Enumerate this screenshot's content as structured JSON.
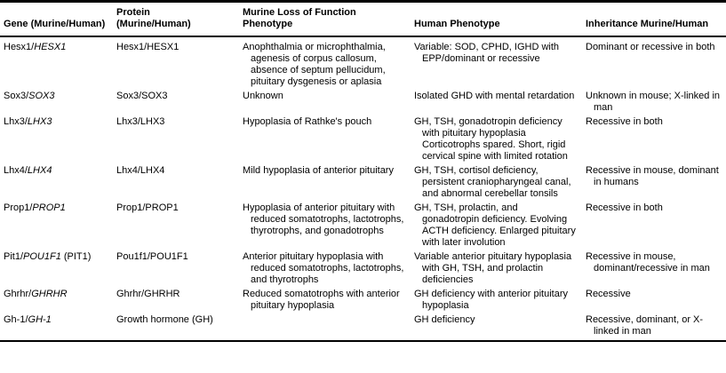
{
  "colors": {
    "text": "#000000",
    "border": "#000000",
    "background": "#ffffff"
  },
  "table": {
    "header": {
      "cols": [
        {
          "lines": [
            "Gene (Murine/Human)"
          ]
        },
        {
          "lines": [
            "Protein",
            "(Murine/Human)"
          ]
        },
        {
          "lines": [
            "Murine Loss of Function",
            "Phenotype"
          ]
        },
        {
          "lines": [
            "Human Phenotype"
          ]
        },
        {
          "lines": [
            "Inheritance Murine/Human"
          ]
        }
      ]
    },
    "rows": [
      {
        "gene_plain": "Hesx1/",
        "gene_italic": "HESX1",
        "gene_suffix": "",
        "protein": "Hesx1/HESX1",
        "murine": "Anophthalmia or microphthalmia, agenesis of corpus callosum, absence of septum pellucidum, pituitary dysgenesis or aplasia",
        "human": "Variable: SOD, CPHD, IGHD with EPP/dominant or recessive",
        "inheritance": "Dominant or recessive in both"
      },
      {
        "gene_plain": "Sox3/",
        "gene_italic": "SOX3",
        "gene_suffix": "",
        "protein": "Sox3/SOX3",
        "murine": "Unknown",
        "human": "Isolated GHD with mental retardation",
        "inheritance": "Unknown in mouse; X-linked in man"
      },
      {
        "gene_plain": "Lhx3/",
        "gene_italic": "LHX3",
        "gene_suffix": "",
        "protein": "Lhx3/LHX3",
        "murine": "Hypoplasia of Rathke's pouch",
        "human": "GH, TSH, gonadotropin deficiency with pituitary hypoplasia Corticotrophs spared. Short, rigid cervical spine with limited rotation",
        "inheritance": "Recessive in both"
      },
      {
        "gene_plain": "Lhx4/",
        "gene_italic": "LHX4",
        "gene_suffix": "",
        "protein": "Lhx4/LHX4",
        "murine": "Mild hypoplasia of anterior pituitary",
        "human": "GH, TSH, cortisol deficiency, persistent craniopharyngeal canal, and abnormal cerebellar tonsils",
        "inheritance": "Recessive in mouse, dominant in humans"
      },
      {
        "gene_plain": "Prop1/",
        "gene_italic": "PROP1",
        "gene_suffix": "",
        "protein": "Prop1/PROP1",
        "murine": "Hypoplasia of anterior pituitary with reduced somatotrophs, lactotrophs, thyrotrophs, and gonadotrophs",
        "human": "GH, TSH, prolactin, and gonadotropin deficiency. Evolving ACTH deficiency. Enlarged pituitary with later involution",
        "inheritance": "Recessive in both"
      },
      {
        "gene_plain": "Pit1/",
        "gene_italic": "POU1F1",
        "gene_suffix": " (PIT1)",
        "protein": "Pou1f1/POU1F1",
        "murine": "Anterior pituitary hypoplasia with reduced somatotrophs, lactotrophs, and thyrotrophs",
        "human": "Variable anterior pituitary hypoplasia with GH, TSH, and prolactin deficiencies",
        "inheritance": "Recessive in mouse, dominant/recessive in man"
      },
      {
        "gene_plain": "Ghrhr/",
        "gene_italic": "GHRHR",
        "gene_suffix": "",
        "protein": "Ghrhr/GHRHR",
        "murine": "Reduced somatotrophs with anterior pituitary hypoplasia",
        "human": "GH deficiency with anterior pituitary hypoplasia",
        "inheritance": "Recessive"
      },
      {
        "gene_plain": "Gh-1/",
        "gene_italic": "GH-1",
        "gene_suffix": "",
        "protein": "Growth hormone (GH)",
        "murine": "",
        "human": "GH deficiency",
        "inheritance": "Recessive, dominant, or X-linked in man"
      }
    ]
  }
}
